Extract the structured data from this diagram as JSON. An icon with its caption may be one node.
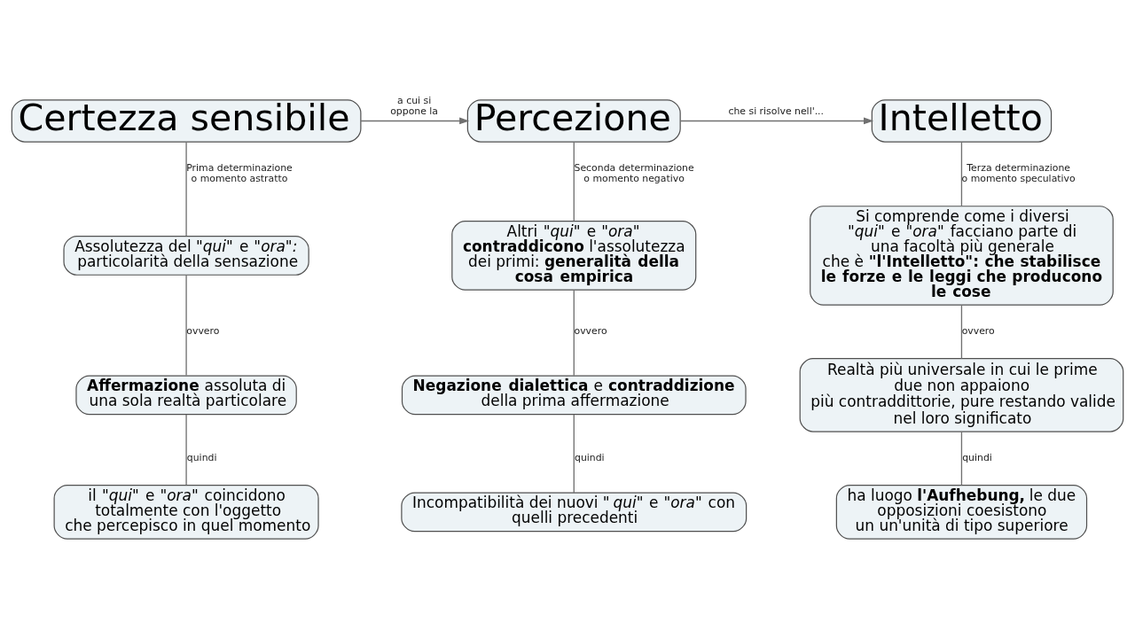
{
  "diagram": {
    "nodes": [
      {
        "text": [
          "Certezza sensibile"
        ]
      },
      {
        "text": [
          "Percezione"
        ]
      },
      {
        "text": [
          "Intelletto"
        ]
      },
      {
        "text": [
          "Assolutezza del *\"qui\"* e *\"ora\":* particolarità della sensazione"
        ]
      },
      {
        "text": [
          "**Affermazione** assoluta di una sola realtà particolare"
        ]
      },
      {
        "text": [
          "il *\"qui\"* e *\"ora\"* coincidono totalmente con l'oggetto che percepisco in quel momento"
        ]
      },
      {
        "text": [
          "Altri *\"qui\"* e *\"ora\"* **contraddicono** l'assolutezza dei primi: **generalità della cosa empirica**"
        ]
      },
      {
        "text": [
          "**Negazione dialettica** e **contraddizione** della prima affermazione"
        ]
      },
      {
        "text": [
          "Incompatibilità dei nuovi \" *qui\"* e *\"ora\"* con quelli precedenti"
        ]
      },
      {
        "text": [
          "Si comprende come i diversi *\"qui\"* e *\"ora\"* facciano parte di una facoltà più generale che è **\"l'Intelletto\": che stabilisce le forze e le leggi che producono le cose**"
        ]
      },
      {
        "text": [
          "Realtà più universale in cui le prime due non appaiono più contraddittorie, pure restando valide nel loro significato"
        ]
      },
      {
        "text": [
          "ha luogo **l'Aufhebung,** le due opposizioni coesistono un un'unità di tipo superiore"
        ]
      }
    ],
    "edges": [
      {
        "from": 0,
        "to": 1,
        "arrow": "to",
        "label": "a cui si oppone la"
      },
      {
        "from": 1,
        "to": 2,
        "arrow": "to",
        "label": "che si risolve nell'..."
      },
      {
        "from": 0,
        "to": 3,
        "arrow": "none",
        "label": "Prima determinazione o momento astratto"
      },
      {
        "from": 3,
        "to": 4,
        "arrow": "none",
        "label": "ovvero"
      },
      {
        "from": 4,
        "to": 5,
        "arrow": "none",
        "label": "quindi"
      },
      {
        "from": 1,
        "to": 6,
        "arrow": "none",
        "label": "Seconda determinazione o momento negativo"
      },
      {
        "from": 6,
        "to": 7,
        "arrow": "none",
        "label": "ovvero"
      },
      {
        "from": 7,
        "to": 8,
        "arrow": "none",
        "label": "quindi"
      },
      {
        "from": 2,
        "to": 9,
        "arrow": "none",
        "label": "Terza determinazione o momento speculativo"
      },
      {
        "from": 9,
        "to": 10,
        "arrow": "none",
        "label": "ovvero"
      },
      {
        "from": 10,
        "to": 11,
        "arrow": "none",
        "label": "quindi"
      }
    ]
  }
}
